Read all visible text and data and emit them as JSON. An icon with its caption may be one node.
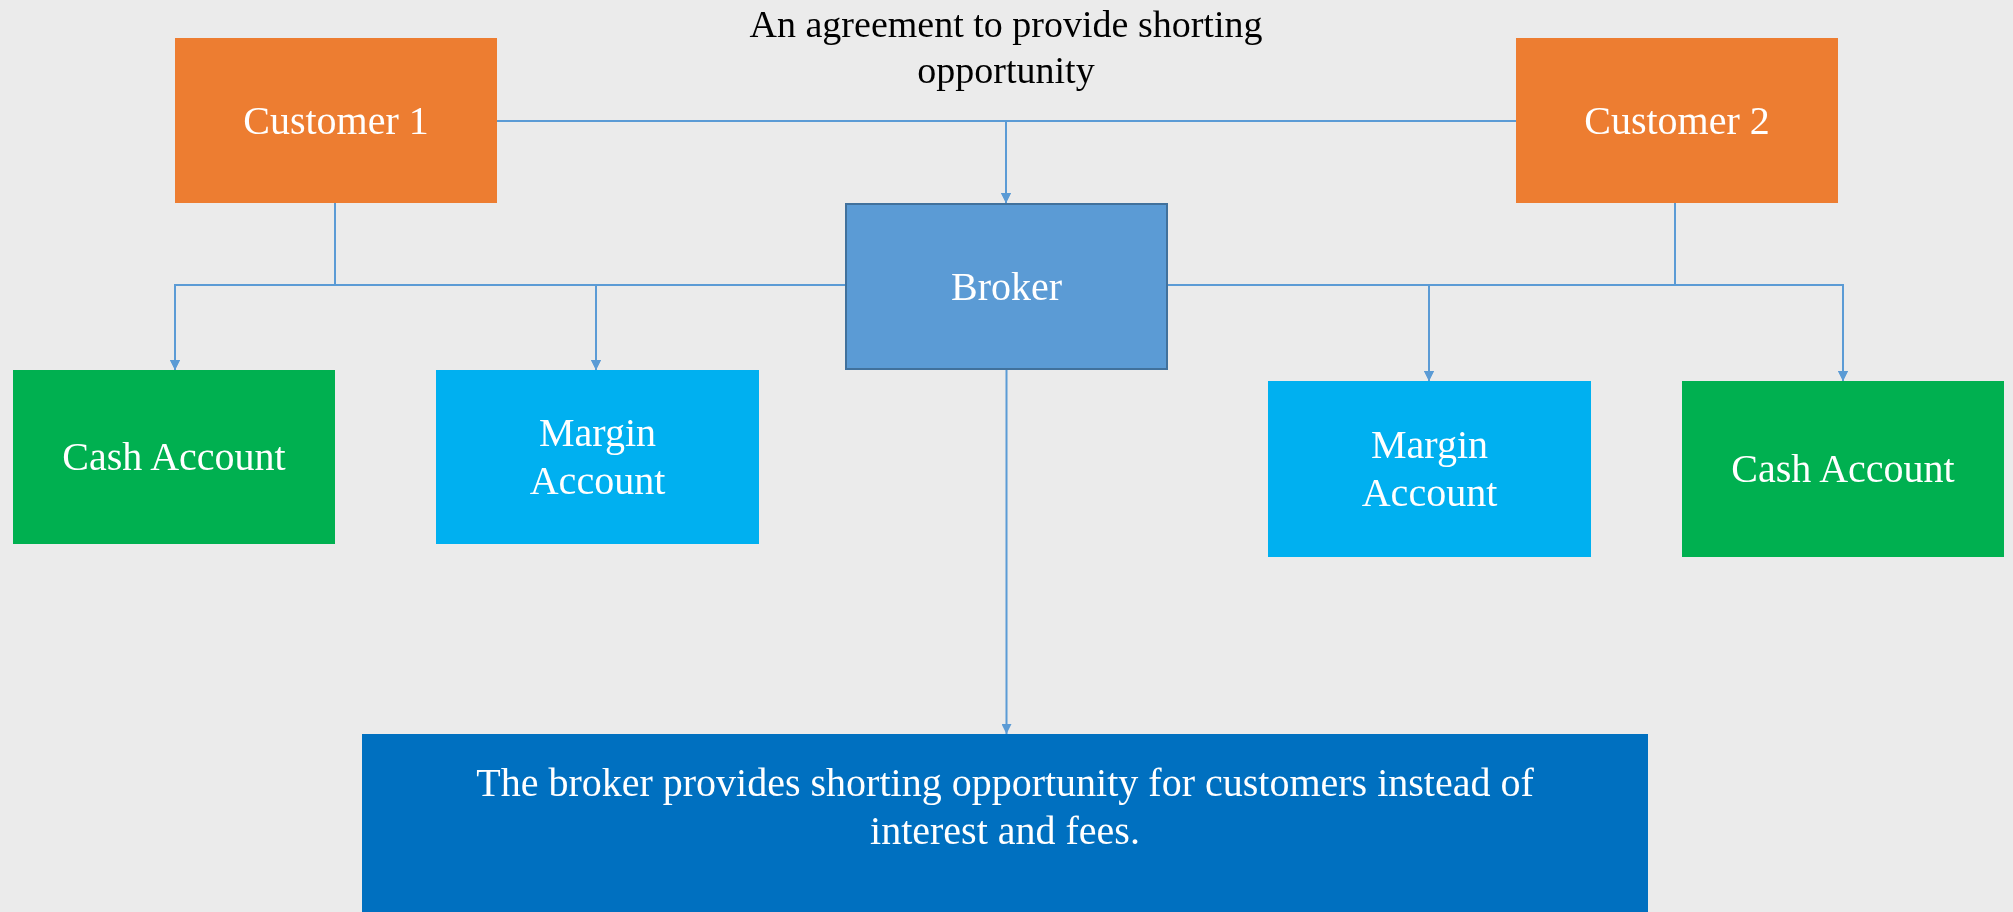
{
  "diagram": {
    "nodes": [
      {
        "text": [
          "Customer 1"
        ]
      },
      {
        "text": [
          "Customer 2"
        ]
      },
      {
        "text": [
          "Broker"
        ]
      },
      {
        "text": [
          "Cash Account"
        ]
      },
      {
        "text": [
          "Margin Account"
        ]
      },
      {
        "text": [
          "Margin Account"
        ]
      },
      {
        "text": [
          "Cash Account"
        ]
      },
      {
        "text": [
          "The broker provides shorting opportunity for customers instead of interest and fees."
        ]
      }
    ],
    "edges": [
      {
        "from": 0,
        "to": 2,
        "arrow": "to"
      },
      {
        "from": 1,
        "to": 2,
        "arrow": "to"
      },
      {
        "from": 0,
        "to": 3,
        "arrow": "to"
      },
      {
        "from": 0,
        "to": 4,
        "arrow": "to"
      },
      {
        "from": 2,
        "to": 3,
        "arrow": "to"
      },
      {
        "from": 2,
        "to": 4,
        "arrow": "to"
      },
      {
        "from": 2,
        "to": 5,
        "arrow": "to"
      },
      {
        "from": 2,
        "to": 6,
        "arrow": "to"
      },
      {
        "from": 1,
        "to": 5,
        "arrow": "to"
      },
      {
        "from": 1,
        "to": 6,
        "arrow": "to"
      },
      {
        "from": 2,
        "to": 7,
        "arrow": "to"
      }
    ],
    "labels": [
      "An agreement to provide shorting opportunity"
    ]
  }
}
